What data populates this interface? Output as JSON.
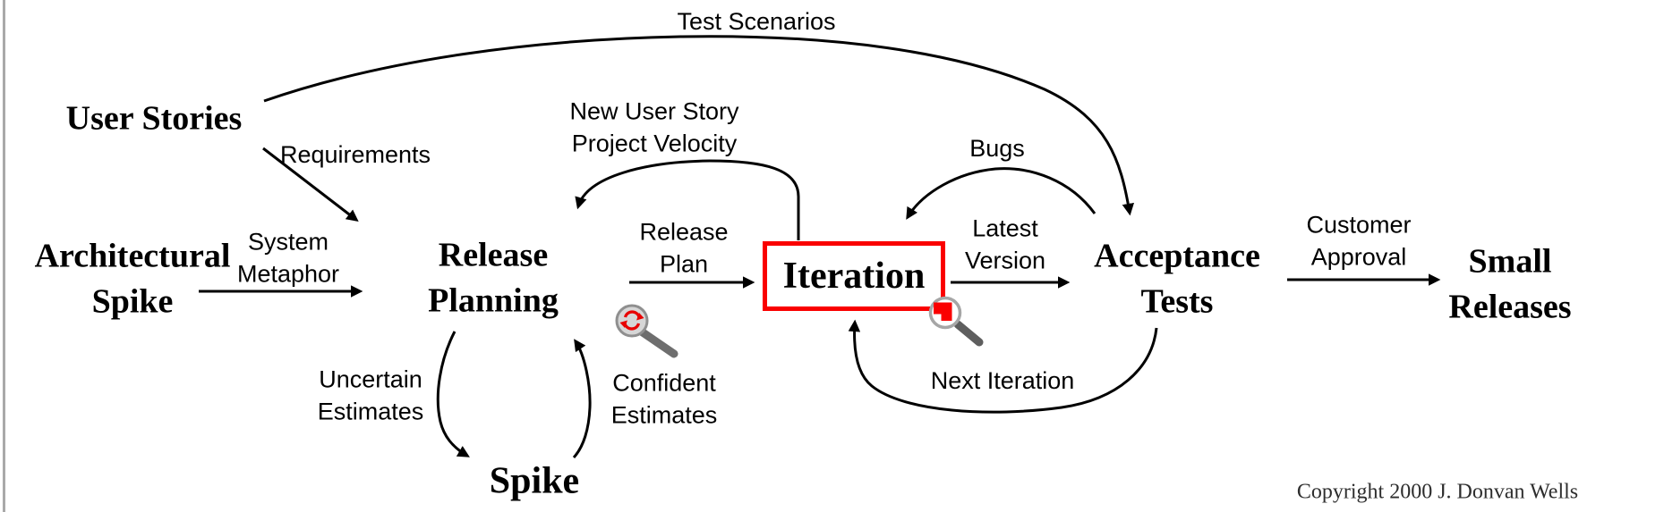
{
  "nodes": {
    "user_stories": "User Stories",
    "architectural_spike": [
      "Architectural",
      "Spike"
    ],
    "release_planning": [
      "Release",
      "Planning"
    ],
    "iteration": "Iteration",
    "acceptance_tests": [
      "Acceptance",
      "Tests"
    ],
    "small_releases": [
      "Small",
      "Releases"
    ],
    "spike": "Spike"
  },
  "edge_labels": {
    "test_scenarios": "Test Scenarios",
    "requirements": "Requirements",
    "system_metaphor": [
      "System",
      "Metaphor"
    ],
    "new_user_story": [
      "New User Story",
      "Project Velocity"
    ],
    "release_plan": [
      "Release",
      "Plan"
    ],
    "bugs": "Bugs",
    "latest_version": [
      "Latest",
      "Version"
    ],
    "customer_approval": [
      "Customer",
      "Approval"
    ],
    "uncertain_estimates": [
      "Uncertain",
      "Estimates"
    ],
    "confident_estimates": [
      "Confident",
      "Estimates"
    ],
    "next_iteration": "Next Iteration"
  },
  "footer": {
    "copyright": "Copyright 2000 J. Donvan Wells"
  },
  "colors": {
    "highlight_box": "#fa0000",
    "magnifier_red": "#e80000",
    "stroke": "#000000",
    "left_border": "#a9a9a9"
  }
}
